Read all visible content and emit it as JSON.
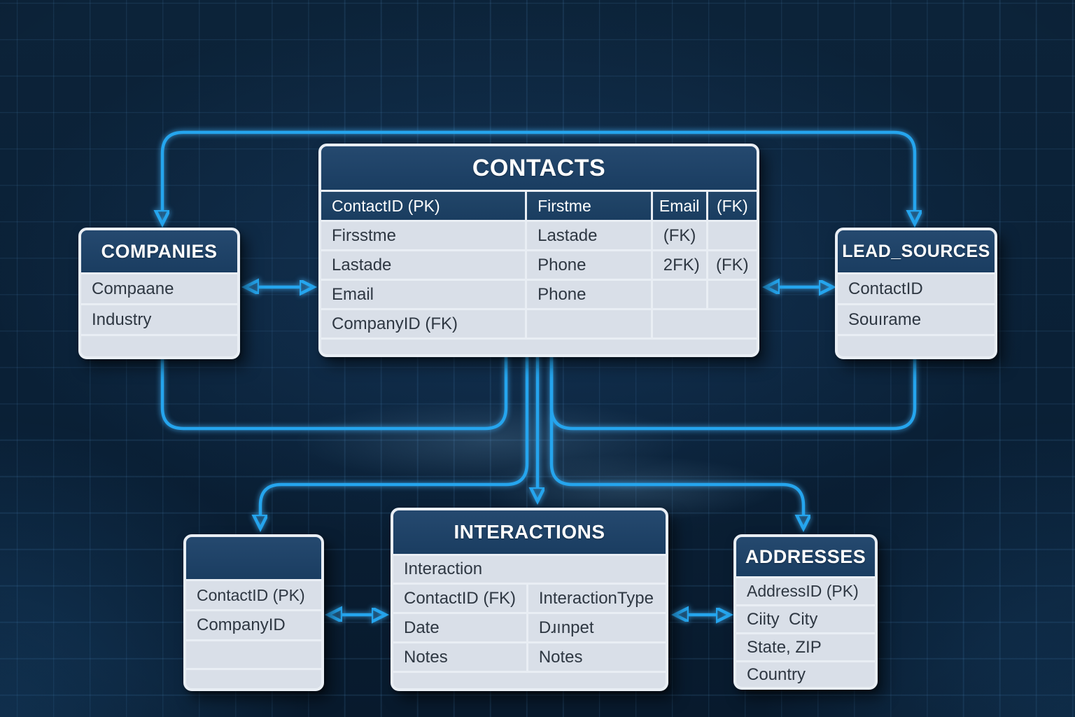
{
  "colors": {
    "accent_line_blue": "#25a5ee",
    "header_navy": "#1c4064",
    "row_light": "#d9dfe8",
    "background_navy": "#0b2036"
  },
  "tables": {
    "contacts": {
      "title": "CONTACTS",
      "column_headers": [
        "ContactID (PK)",
        "Firstme",
        "Email",
        "(FK)"
      ],
      "rows": [
        [
          "Firsstme",
          "Lastade",
          "(FK)",
          ""
        ],
        [
          "Lastade",
          "Phone",
          "2FK)",
          "(FK)"
        ],
        [
          "Email",
          "Phone",
          "",
          ""
        ],
        [
          "CompanyID (FK)",
          "",
          ""
        ],
        [
          ""
        ]
      ]
    },
    "companies": {
      "title": "COMPANIES",
      "rows": [
        "Compaane",
        "Industry",
        ""
      ]
    },
    "lead_sources": {
      "title": "LEAD_SOURCES",
      "rows": [
        "ContactID",
        "Souırame",
        ""
      ]
    },
    "contacts_companies": {
      "title": "",
      "rows": [
        "ContactID (PK)",
        "CompanyID",
        "",
        ""
      ]
    },
    "interactions": {
      "title": "INTERACTIONS",
      "first_row": "Interaction",
      "rows": [
        [
          "ContactID (FK)",
          "InteractionType"
        ],
        [
          "Date",
          "Dɹınpet"
        ],
        [
          "Notes",
          "Notes"
        ]
      ],
      "filler_row": ""
    },
    "addresses": {
      "title": "ADDRESSES",
      "rows": [
        "AddressID (PK)",
        "Ciity  City",
        "State, ZIP",
        "Country"
      ]
    }
  },
  "connectors": [
    {
      "name": "top-span",
      "type": "elbow",
      "from": "CONTACTS top",
      "to": [
        "COMPANIES top",
        "LEAD_SOURCES top"
      ],
      "arrowheads": "down into COMPANIES and LEAD_SOURCES"
    },
    {
      "name": "companies-contacts",
      "type": "double-headed-horizontal-arrow",
      "between": [
        "COMPANIES",
        "CONTACTS"
      ]
    },
    {
      "name": "contacts-lead-sources",
      "type": "double-headed-horizontal-arrow",
      "between": [
        "CONTACTS",
        "LEAD_SOURCES"
      ]
    },
    {
      "name": "companies-contacts-bottom-u",
      "type": "elbow-u",
      "between": [
        "COMPANIES bottom",
        "CONTACTS bottom"
      ]
    },
    {
      "name": "lead-sources-contacts-bottom-u",
      "type": "elbow-u",
      "between": [
        "LEAD_SOURCES bottom",
        "CONTACTS bottom"
      ]
    },
    {
      "name": "contacts-to-left-child",
      "type": "elbow-arrow",
      "from": "CONTACTS bottom",
      "to": "unnamed table top"
    },
    {
      "name": "contacts-to-interactions",
      "type": "straight-arrow-down",
      "from": "CONTACTS bottom",
      "to": "INTERACTIONS top"
    },
    {
      "name": "contacts-to-addresses",
      "type": "elbow-arrow",
      "from": "CONTACTS bottom",
      "to": "ADDRESSES top"
    },
    {
      "name": "leftchild-interactions",
      "type": "double-headed-horizontal-arrow",
      "between": [
        "unnamed table",
        "INTERACTIONS"
      ]
    },
    {
      "name": "interactions-addresses",
      "type": "double-headed-horizontal-arrow",
      "between": [
        "INTERACTIONS",
        "ADDRESSES"
      ]
    }
  ]
}
